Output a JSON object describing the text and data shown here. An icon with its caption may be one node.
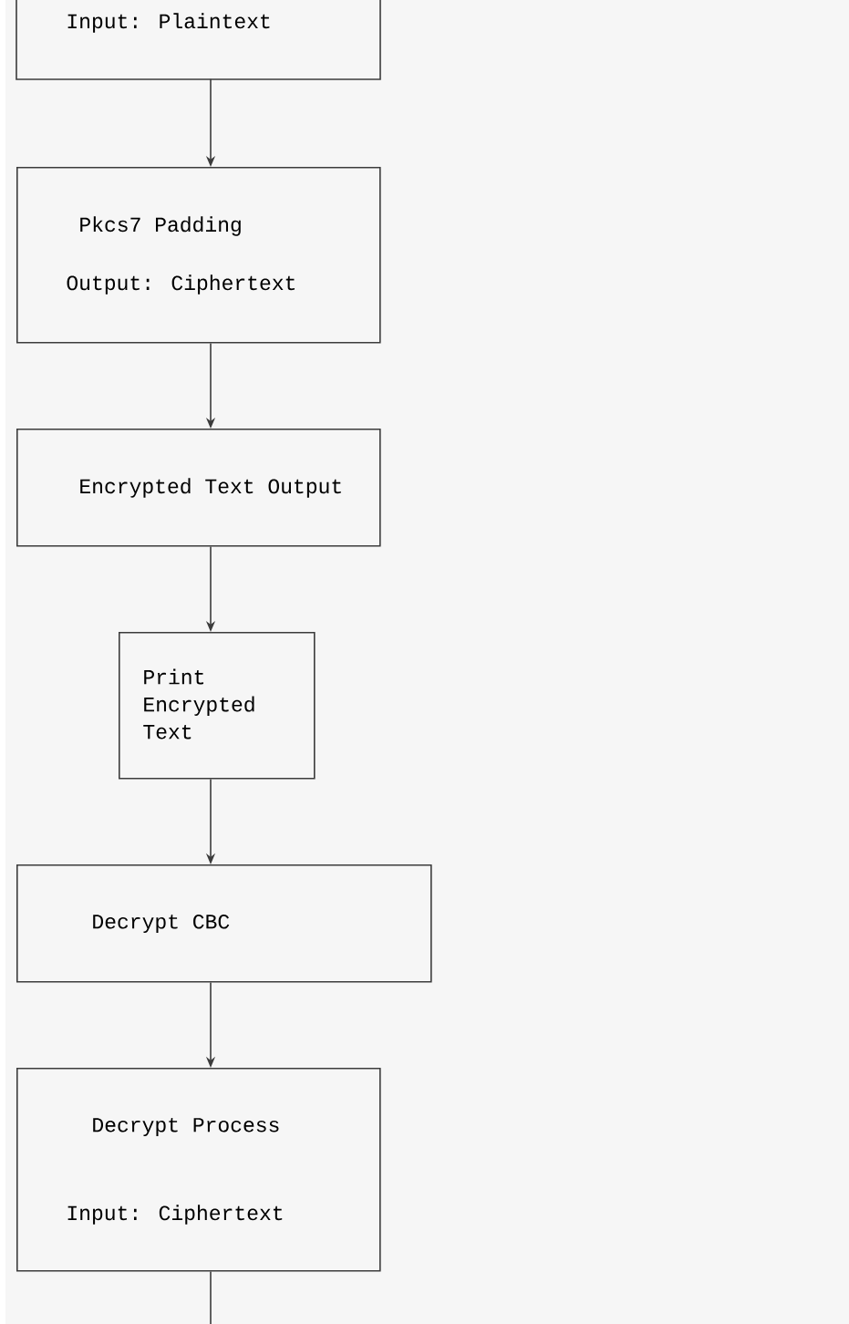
{
  "diagram": {
    "nodes": [
      {
        "text": [
          "Input: Plaintext"
        ]
      },
      {
        "text": [
          "Pkcs7 Padding",
          "Output: Ciphertext"
        ]
      },
      {
        "text": [
          "Encrypted Text Output"
        ]
      },
      {
        "text": [
          "Print Encrypted Text"
        ]
      },
      {
        "text": [
          "Decrypt CBC"
        ]
      },
      {
        "text": [
          "Decrypt Process",
          "Input: Ciphertext"
        ]
      }
    ],
    "edges": [
      {
        "from": 0,
        "to": 1,
        "arrow": "to"
      },
      {
        "from": 1,
        "to": 2,
        "arrow": "to"
      },
      {
        "from": 2,
        "to": 3,
        "arrow": "to"
      },
      {
        "from": 3,
        "to": 4,
        "arrow": "to"
      },
      {
        "from": 4,
        "to": 5,
        "arrow": "to"
      },
      {
        "from": 5,
        "to": null,
        "arrow": "none"
      }
    ]
  }
}
